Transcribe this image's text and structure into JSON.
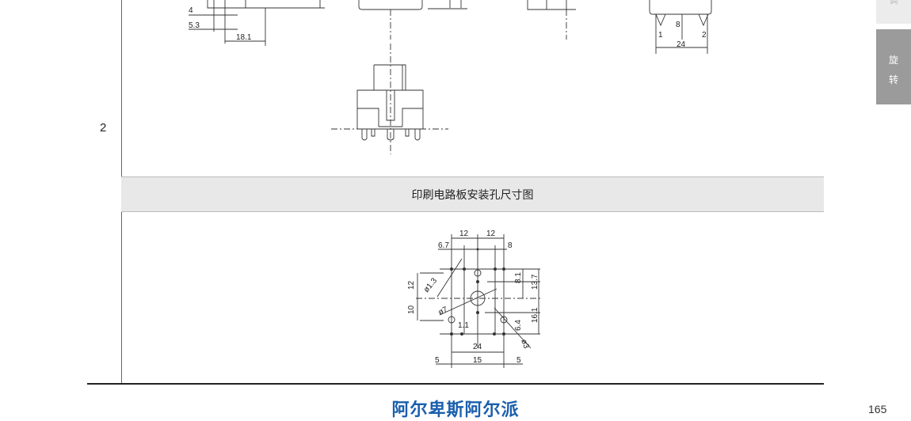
{
  "row_number": "2",
  "section_title": "印刷电路板安装孔尺寸图",
  "brand": "阿尔卑斯阿尔派",
  "page_number": "165",
  "side_tabs": {
    "top_partial": "调",
    "active": [
      "旋",
      "转"
    ]
  },
  "top_drawing_dims": {
    "d4": "4",
    "d5_3": "5.3",
    "d18_1": "18.1",
    "pin1": "1",
    "pin2": "2",
    "d8": "8",
    "d24": "24"
  },
  "pcb_dims": {
    "d12a": "12",
    "d12b": "12",
    "d6_7": "6.7",
    "d8": "8",
    "d12_left": "12",
    "d10_left": "10",
    "phi1_3": "ø1.3",
    "phi7": "ø7",
    "phi3": "ø3",
    "d8_1": "8.1",
    "d13_7": "13.7",
    "d6_4": "6.4",
    "d16_1": "16.1",
    "d1_1": "1.1",
    "d24": "24",
    "d5a": "5",
    "d15": "15",
    "d5b": "5"
  }
}
